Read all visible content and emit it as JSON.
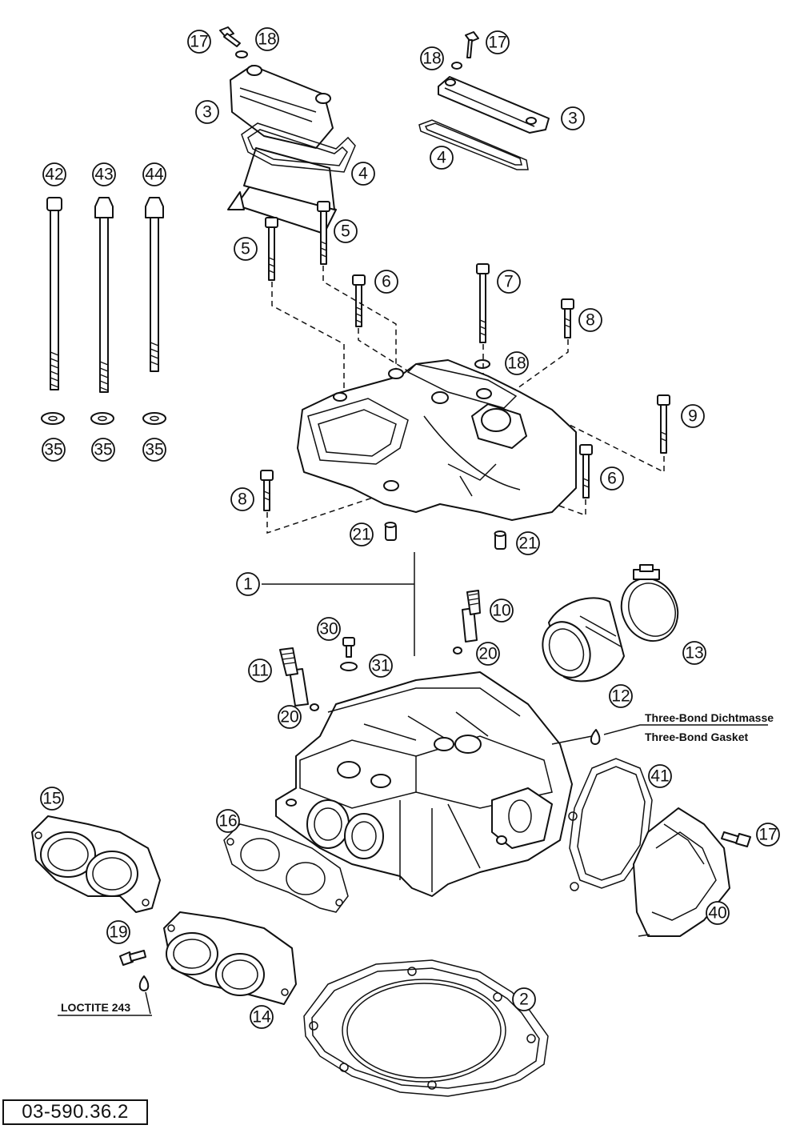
{
  "diagram": {
    "reference_number": "03-590.36.2",
    "notes": {
      "sealant_de": "Three-Bond Dichtmasse",
      "sealant_en": "Three-Bond Gasket",
      "threadlock": "LOCTITE 243"
    },
    "callouts": {
      "c1": "1",
      "c2": "2",
      "c3a": "3",
      "c3b": "3",
      "c4a": "4",
      "c4b": "4",
      "c5a": "5",
      "c5b": "5",
      "c6a": "6",
      "c6b": "6",
      "c7": "7",
      "c8a": "8",
      "c8b": "8",
      "c9": "9",
      "c10": "10",
      "c11": "11",
      "c12": "12",
      "c13": "13",
      "c14": "14",
      "c15": "15",
      "c16": "16",
      "c17a": "17",
      "c17b": "17",
      "c17c": "17",
      "c18a": "18",
      "c18b": "18",
      "c18c": "18",
      "c19": "19",
      "c20a": "20",
      "c20b": "20",
      "c21a": "21",
      "c21b": "21",
      "c30": "30",
      "c31": "31",
      "c35a": "35",
      "c35b": "35",
      "c35c": "35",
      "c40": "40",
      "c41": "41",
      "c42": "42",
      "c43": "43",
      "c44": "44"
    }
  }
}
